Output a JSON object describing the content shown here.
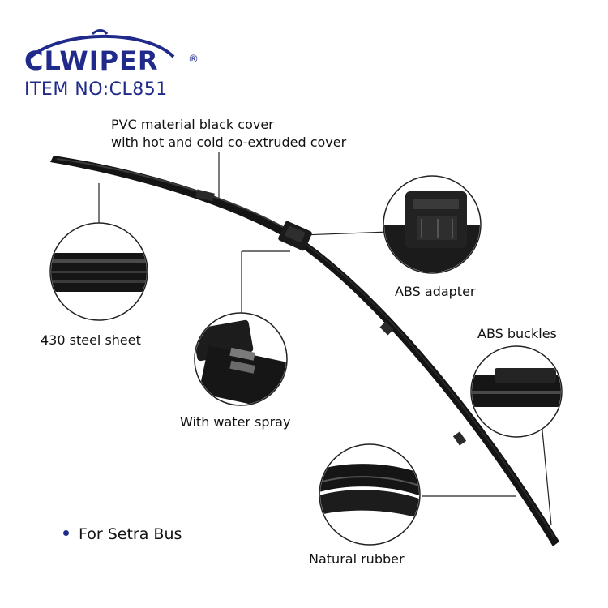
{
  "brand": {
    "name": "CLWIPER",
    "registered_mark": "®",
    "color": "#1f2a8a"
  },
  "item_no": "ITEM NO:CL851",
  "description": {
    "line1": "PVC material black cover",
    "line2": "with hot and cold co-extruded cover"
  },
  "callouts": {
    "adapter": "ABS adapter",
    "steel": "430 steel sheet",
    "spray": "With water spray",
    "buckles": "ABS buckles",
    "rubber": "Natural rubber"
  },
  "footer": "For Setra Bus",
  "colors": {
    "blade": "#141414",
    "blade_highlight": "#3a3a3a",
    "accent": "#1f2a8a"
  }
}
